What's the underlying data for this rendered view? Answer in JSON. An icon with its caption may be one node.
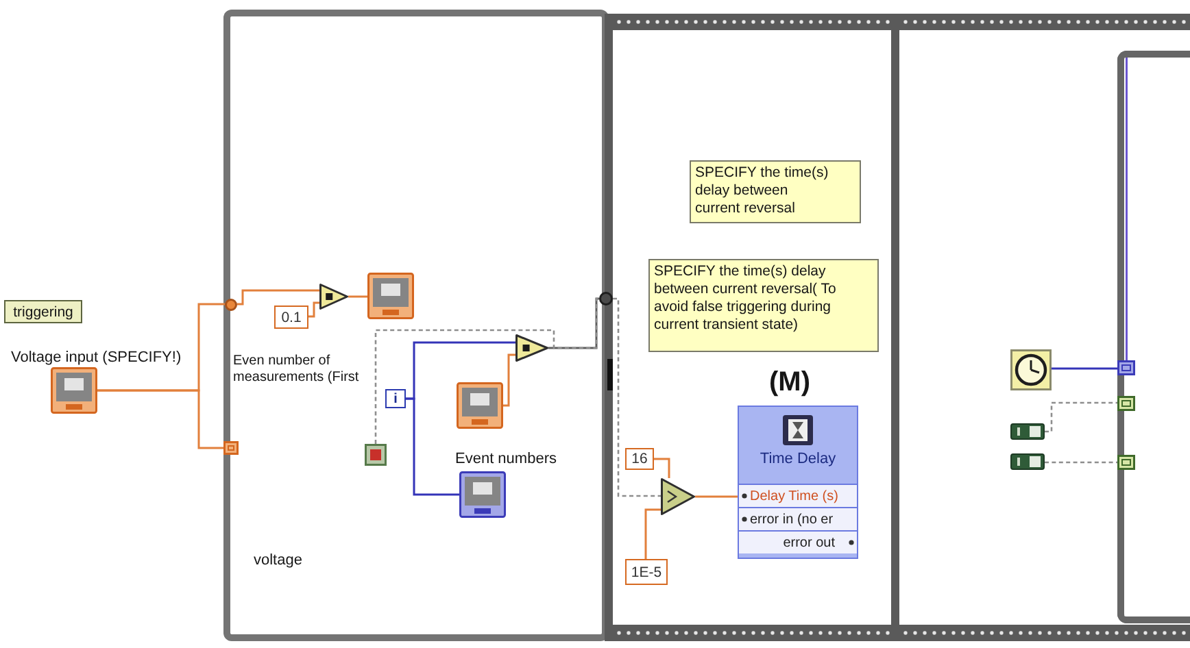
{
  "diagram": {
    "nodes": [
      {
        "text": [
          "triggering"
        ]
      },
      {
        "text": [],
        "shape": "box",
        "beside": [
          "Voltage input (SPECIFY!)"
        ]
      },
      {
        "text": [],
        "shape": "box"
      },
      {
        "text": [],
        "shape": "circle",
        "in": 2
      },
      {
        "text": [],
        "shape": "box",
        "in": 2
      },
      {
        "text": [
          "0.1"
        ],
        "in": 2
      },
      {
        "text": [],
        "shape": "triangle",
        "in": 2
      },
      {
        "text": [],
        "shape": "box",
        "in": 2
      },
      {
        "text": [],
        "shape": "triangle",
        "in": 2
      },
      {
        "text": [
          "i"
        ],
        "in": 2
      },
      {
        "text": [],
        "shape": "box",
        "in": 2
      },
      {
        "text": [],
        "shape": "box",
        "in": 2
      },
      {
        "text": [],
        "shape": "box",
        "beside": [
          "Event numbers"
        ],
        "in": 2
      },
      {
        "text": [],
        "shape": "circle"
      },
      {
        "text": [],
        "shape": "box"
      },
      {
        "text": [
          "SPECIFY the time(s) delay between current reversal"
        ],
        "in": 14
      },
      {
        "text": [
          "SPECIFY the time(s) delay between current reversal( To avoid false triggering during current transient state)"
        ],
        "in": 14
      },
      {
        "text": [
          "16"
        ],
        "in": 14
      },
      {
        "text": [],
        "shape": "triangle",
        "in": 14
      },
      {
        "text": [
          "1E-5"
        ],
        "in": 14
      },
      {
        "text": [
          "Time Delay",
          "Delay Time (s)",
          "error in (no er",
          "error out"
        ],
        "beside": [
          "(M)"
        ],
        "in": 14
      },
      {
        "text": [],
        "shape": "box"
      },
      {
        "text": [],
        "shape": "box",
        "in": 21
      },
      {
        "text": [],
        "shape": "box",
        "in": 22
      },
      {
        "text": [],
        "shape": "box",
        "in": 22
      },
      {
        "text": [],
        "shape": "box",
        "in": 22
      },
      {
        "text": [],
        "shape": "clock",
        "in": 21
      },
      {
        "text": [],
        "shape": "box",
        "in": 21
      },
      {
        "text": [],
        "shape": "box",
        "in": 21
      }
    ],
    "edges": [
      {
        "from": 1,
        "to": 3,
        "arrow": "none"
      },
      {
        "from": 1,
        "to": 4,
        "arrow": "none"
      },
      {
        "from": 3,
        "to": 6,
        "arrow": "none"
      },
      {
        "from": 5,
        "to": 6,
        "arrow": "none"
      },
      {
        "from": 6,
        "to": 7,
        "arrow": "none"
      },
      {
        "from": 9,
        "to": 8,
        "arrow": "none",
        "color": "#3434b8"
      },
      {
        "from": 9,
        "to": 12,
        "arrow": "none",
        "color": "#3434b8"
      },
      {
        "from": 10,
        "to": 8,
        "arrow": "none"
      },
      {
        "from": 8,
        "to": 13,
        "arrow": "none",
        "color": "#5e5e5e"
      },
      {
        "from": 11,
        "to": 13,
        "arrow": "none",
        "style": "dashed",
        "color": "#8e8e8e"
      },
      {
        "from": 13,
        "to": 18,
        "arrow": "none",
        "style": "dashed",
        "color": "#8e8e8e"
      },
      {
        "from": 17,
        "to": 18,
        "arrow": "none"
      },
      {
        "from": 19,
        "to": 18,
        "arrow": "none"
      },
      {
        "from": 18,
        "to": 20,
        "arrow": "none"
      },
      {
        "from": 26,
        "to": 23,
        "arrow": "none",
        "color": "#3434b8"
      },
      {
        "from": 27,
        "to": 24,
        "arrow": "none",
        "style": "dashed",
        "color": "#8e8e8e"
      },
      {
        "from": 28,
        "to": 25,
        "arrow": "none",
        "style": "dashed",
        "color": "#8e8e8e"
      }
    ],
    "labels": [
      "Even number of measurements (First",
      "voltage"
    ]
  }
}
